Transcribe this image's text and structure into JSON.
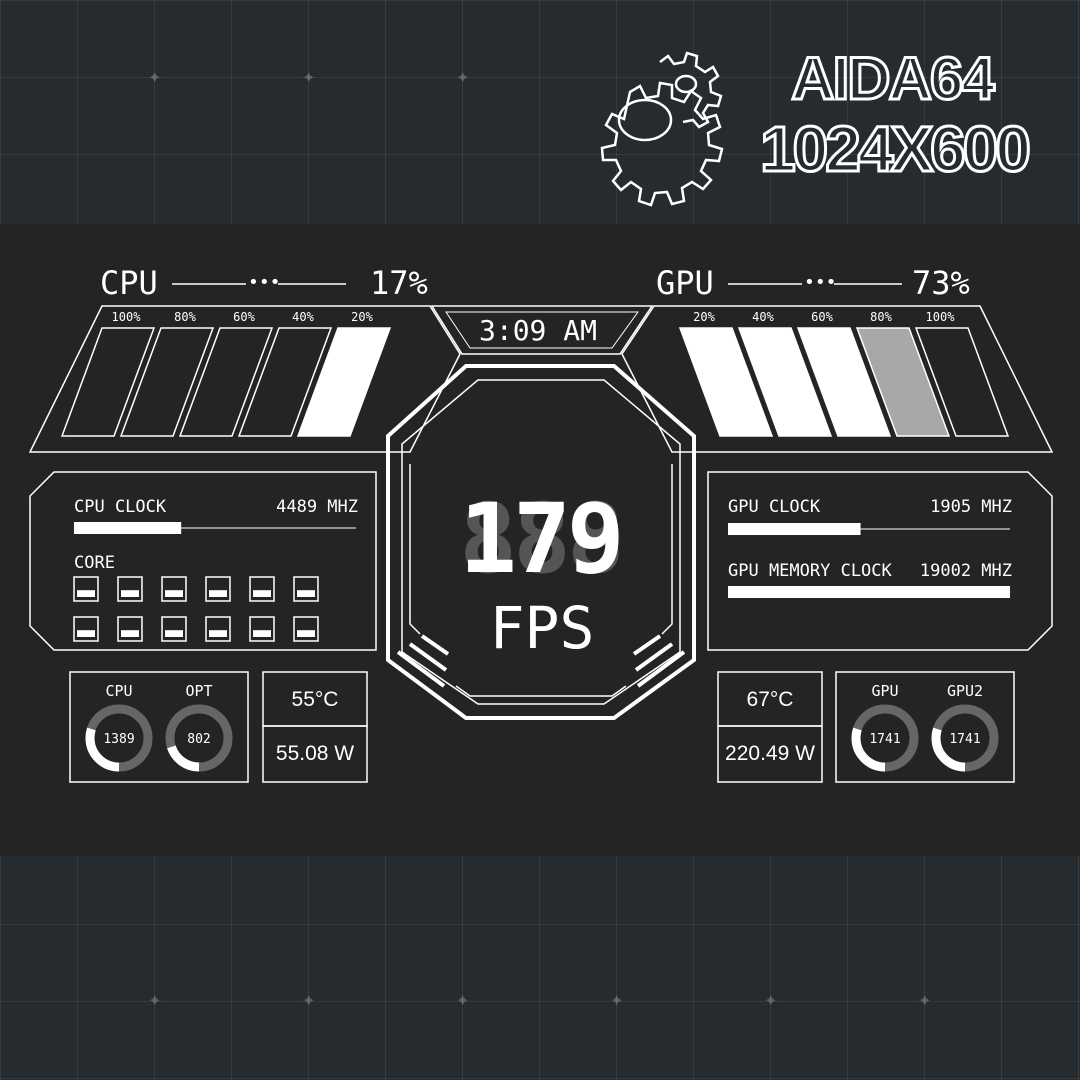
{
  "branding": {
    "title": "AIDA64",
    "resolution": "1024X600"
  },
  "clock": {
    "time": "3:09 AM"
  },
  "cpu": {
    "label": "CPU",
    "percent": "17%",
    "load_level": 0.17,
    "bar_ticks": [
      "100%",
      "80%",
      "60%",
      "40%",
      "20%"
    ],
    "clock_label": "CPU CLOCK",
    "clock_value": "4489 MHZ",
    "clock_fill": 0.38,
    "core_label": "CORE",
    "core_levels": [
      0.4,
      0.4,
      0.4,
      0.4,
      0.4,
      0.4,
      0.4,
      0.4,
      0.4,
      0.4,
      0.4,
      0.4
    ],
    "gauges": [
      {
        "label": "CPU",
        "value": "1389",
        "fill": 0.3
      },
      {
        "label": "OPT",
        "value": "802",
        "fill": 0.2
      }
    ],
    "temp": "55°C",
    "power": "55.08 W"
  },
  "gpu": {
    "label": "GPU",
    "percent": "73%",
    "load_level": 0.73,
    "bar_ticks": [
      "20%",
      "40%",
      "60%",
      "80%",
      "100%"
    ],
    "clock_label": "GPU CLOCK",
    "clock_value": "1905 MHZ",
    "clock_fill": 0.47,
    "mem_label": "GPU MEMORY CLOCK",
    "mem_value": "19002 MHZ",
    "mem_fill": 1.0,
    "gauges": [
      {
        "label": "GPU",
        "value": "1741",
        "fill": 0.3
      },
      {
        "label": "GPU2",
        "value": "1741",
        "fill": 0.3
      }
    ],
    "temp": "67°C",
    "power": "220.49 W"
  },
  "fps": {
    "ghost": "888",
    "value": "179",
    "label": "FPS"
  },
  "colors": {
    "accent": "#ffffff",
    "dim": "#666666",
    "panel": "#242424",
    "background": "#262b30"
  },
  "icons": {
    "gears": "gears-logo-icon"
  }
}
